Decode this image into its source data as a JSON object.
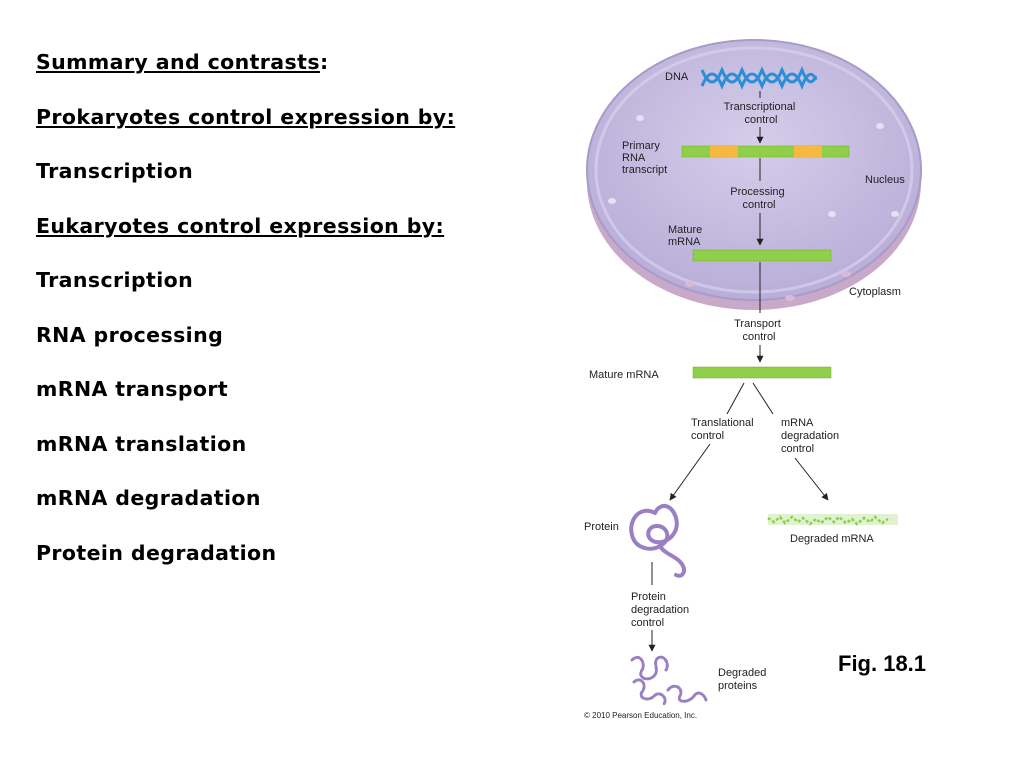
{
  "summary": {
    "heading": "Summary and contrasts",
    "heading_suffix": ":",
    "prokaryotes_heading": "Prokaryotes control expression by:",
    "prokaryotes_items": [
      "Transcription"
    ],
    "eukaryotes_heading": "Eukaryotes control expression by:",
    "eukaryotes_items": [
      "Transcription",
      "RNA processing",
      "mRNA transport",
      "mRNA translation",
      "mRNA degradation",
      "Protein degradation"
    ]
  },
  "figure": {
    "caption": "Fig. 18.1",
    "copyright": "© 2010 Pearson Education, Inc.",
    "labels": {
      "dna": "DNA",
      "transcriptional_control": [
        "Transcriptional",
        "control"
      ],
      "primary_rna_transcript": [
        "Primary",
        "RNA",
        "transcript"
      ],
      "nucleus": "Nucleus",
      "processing_control": [
        "Processing",
        "control"
      ],
      "mature_mrna_nucleus": [
        "Mature",
        "mRNA"
      ],
      "cytoplasm": "Cytoplasm",
      "transport_control": [
        "Transport",
        "control"
      ],
      "mature_mrna_cytoplasm": "Mature mRNA",
      "translational_control": [
        "Translational",
        "control"
      ],
      "mrna_degradation_control": [
        "mRNA",
        "degradation",
        "control"
      ],
      "protein": "Protein",
      "degraded_mrna": "Degraded mRNA",
      "protein_degradation_control": [
        "Protein",
        "degradation",
        "control"
      ],
      "degraded_proteins": [
        "Degraded",
        "proteins"
      ]
    },
    "colors": {
      "nucleus_fill": "#c9bfe0",
      "mrna_green": "#8fcf4a",
      "exon_orange": "#f5b942",
      "dna_blue": "#2a8fd6",
      "protein_purple": "#9a7fc4"
    }
  }
}
